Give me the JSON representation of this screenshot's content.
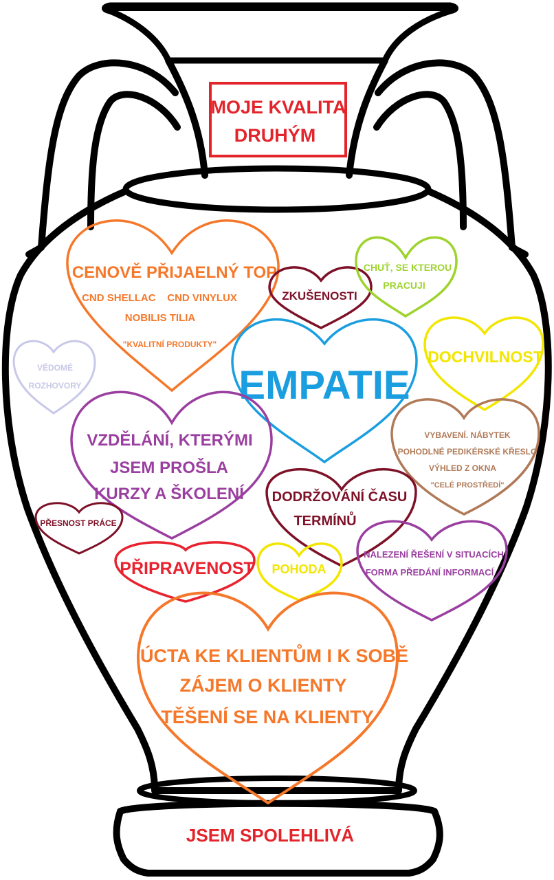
{
  "colors": {
    "outline": "#000000",
    "title_red": "#e3242b",
    "orange": "#f5782a",
    "darkred": "#7d1128",
    "lime": "#9ed32d",
    "lavender": "#c8c8e8",
    "blue": "#1a9ee0",
    "yellow": "#f2e600",
    "brown": "#b07a58",
    "purple": "#9a3fa0",
    "red": "#e8222e"
  },
  "title": {
    "line1": "MOJE KVALITA",
    "line2": "DRUHÝM"
  },
  "footer": "JSEM SPOLEHLIVÁ",
  "hearts": {
    "cenove": {
      "icon": "heart-icon",
      "lines": [
        "CENOVĚ PŘIJAELNÝ TOP",
        "CND SHELLAC    CND VINYLUX",
        "NOBILIS TILIA",
        "\"KVALITNÍ PRODUKTY\""
      ]
    },
    "zkusenosti": {
      "icon": "heart-icon",
      "lines": [
        "ZKUŠENOSTI"
      ]
    },
    "chut": {
      "icon": "heart-icon",
      "lines": [
        "CHUŤ, SE KTEROU",
        "PRACUJI"
      ]
    },
    "vedome": {
      "icon": "heart-icon",
      "lines": [
        "VĚDOMÉ",
        "ROZHOVORY"
      ]
    },
    "empatie": {
      "icon": "heart-icon",
      "lines": [
        "EMPATIE"
      ]
    },
    "dochvilnost": {
      "icon": "heart-icon",
      "lines": [
        "DOCHVILNOST"
      ]
    },
    "vybaveni": {
      "icon": "heart-icon",
      "lines": [
        "VYBAVENÍ. NÁBYTEK",
        "POHODLNÉ PEDIKÉRSKÉ KŘESLO",
        "VÝHLED Z OKNA",
        "\"CELÉ PROSTŘEDÍ\""
      ]
    },
    "vzdelani": {
      "icon": "heart-icon",
      "lines": [
        "VZDĚLÁNÍ, KTERÝMI",
        "JSEM PROŠLA",
        "KURZY A ŠKOLENÍ"
      ]
    },
    "dodrzovani": {
      "icon": "heart-icon",
      "lines": [
        "DODRŽOVÁNÍ ČASU",
        "TERMÍNŮ"
      ]
    },
    "presnost": {
      "icon": "heart-icon",
      "lines": [
        "PŘESNOST PRÁCE"
      ]
    },
    "nalezeni": {
      "icon": "heart-icon",
      "lines": [
        "NALEZENÍ ŘEŠENÍ V SITUACÍCH",
        "FORMA PŘEDÁNÍ INFORMACÍ"
      ]
    },
    "pripravenost": {
      "icon": "heart-icon",
      "lines": [
        "PŘIPRAVENOST"
      ]
    },
    "pohoda": {
      "icon": "heart-icon",
      "lines": [
        "POHODA"
      ]
    },
    "ucta": {
      "icon": "heart-icon",
      "lines": [
        "ÚCTA KE KLIENTŮM I K SOBĚ",
        "ZÁJEM O KLIENTY",
        "TĚŠENÍ SE NA KLIENTY"
      ]
    }
  }
}
